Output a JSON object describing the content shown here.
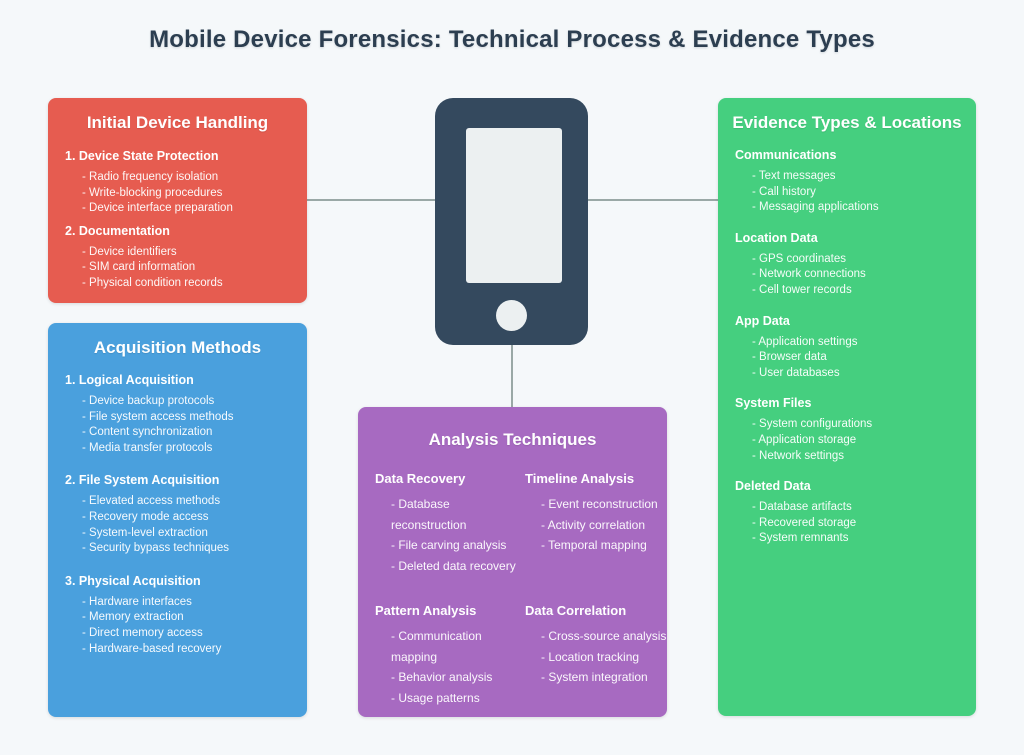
{
  "title": "Mobile Device Forensics: Technical Process & Evidence Types",
  "colors": {
    "background": "#f5f8fa",
    "title_text": "#2c3e50",
    "red_box": "#e65c50",
    "blue_box": "#4aa0dd",
    "green_box": "#45cf7f",
    "purple_box": "#a76ac1",
    "phone_body": "#34495e",
    "phone_screen": "#ecf0f1",
    "connector_line": "#9aa8a6"
  },
  "icons": {
    "center": "smartphone-icon"
  },
  "boxes": {
    "initial_device_handling": {
      "title": "Initial Device Handling",
      "sections": [
        {
          "heading": "1. Device State Protection",
          "items": [
            "- Radio frequency isolation",
            "- Write-blocking procedures",
            "- Device interface preparation"
          ]
        },
        {
          "heading": "2. Documentation",
          "items": [
            "- Device identifiers",
            "- SIM card information",
            "- Physical condition records"
          ]
        }
      ]
    },
    "acquisition_methods": {
      "title": "Acquisition Methods",
      "sections": [
        {
          "heading": "1. Logical Acquisition",
          "items": [
            "- Device backup protocols",
            "- File system access methods",
            "- Content synchronization",
            "- Media transfer protocols"
          ]
        },
        {
          "heading": "2. File System Acquisition",
          "items": [
            "- Elevated access methods",
            "- Recovery mode access",
            "- System-level extraction",
            "- Security bypass techniques"
          ]
        },
        {
          "heading": "3. Physical Acquisition",
          "items": [
            "- Hardware interfaces",
            "- Memory extraction",
            "- Direct memory access",
            "- Hardware-based recovery"
          ]
        }
      ]
    },
    "evidence_types": {
      "title": "Evidence Types & Locations",
      "sections": [
        {
          "heading": "Communications",
          "items": [
            "- Text messages",
            "- Call history",
            "- Messaging applications"
          ]
        },
        {
          "heading": "Location Data",
          "items": [
            "- GPS coordinates",
            "- Network connections",
            "- Cell tower records"
          ]
        },
        {
          "heading": "App Data",
          "items": [
            "- Application settings",
            "- Browser data",
            "- User databases"
          ]
        },
        {
          "heading": "System Files",
          "items": [
            "- System configurations",
            "- Application storage",
            "- Network settings"
          ]
        },
        {
          "heading": "Deleted Data",
          "items": [
            "- Database artifacts",
            "- Recovered storage",
            "- System remnants"
          ]
        }
      ]
    },
    "analysis_techniques": {
      "title": "Analysis Techniques",
      "sections": [
        {
          "heading": "Data Recovery",
          "items": [
            "- Database reconstruction",
            "- File carving analysis",
            "- Deleted data recovery"
          ]
        },
        {
          "heading": "Timeline Analysis",
          "items": [
            "- Event reconstruction",
            "- Activity correlation",
            "- Temporal mapping"
          ]
        },
        {
          "heading": "Pattern Analysis",
          "items": [
            "- Communication mapping",
            "- Behavior analysis",
            "- Usage patterns"
          ]
        },
        {
          "heading": "Data Correlation",
          "items": [
            "- Cross-source analysis",
            "- Location tracking",
            "- System integration"
          ]
        }
      ]
    }
  }
}
